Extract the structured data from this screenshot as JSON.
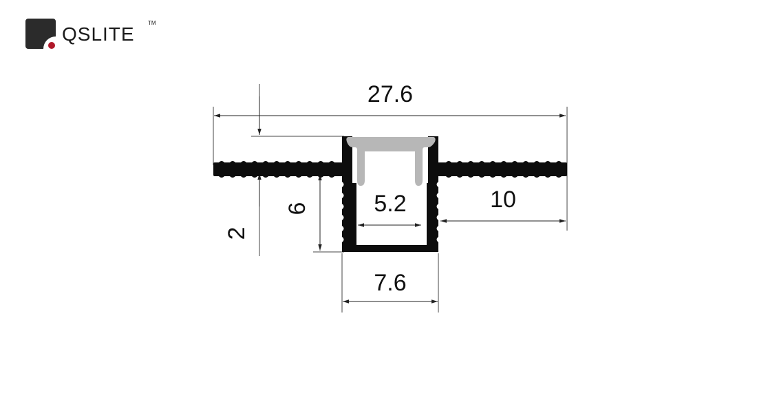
{
  "brand": {
    "name": "QSLITE",
    "trademark": "TM",
    "mark_dark": "#2b2b2b",
    "mark_accent": "#b0182a"
  },
  "dimensions": {
    "overall_width": "27.6",
    "diffuser_inner_width": "5.2",
    "flange_width": "10",
    "channel_height": "6",
    "flange_offset": "2",
    "channel_outer_width": "7.6"
  },
  "colors": {
    "profile": "#0d0d0d",
    "diffuser": "#b7b7b7",
    "dimension_line": "#333333"
  }
}
